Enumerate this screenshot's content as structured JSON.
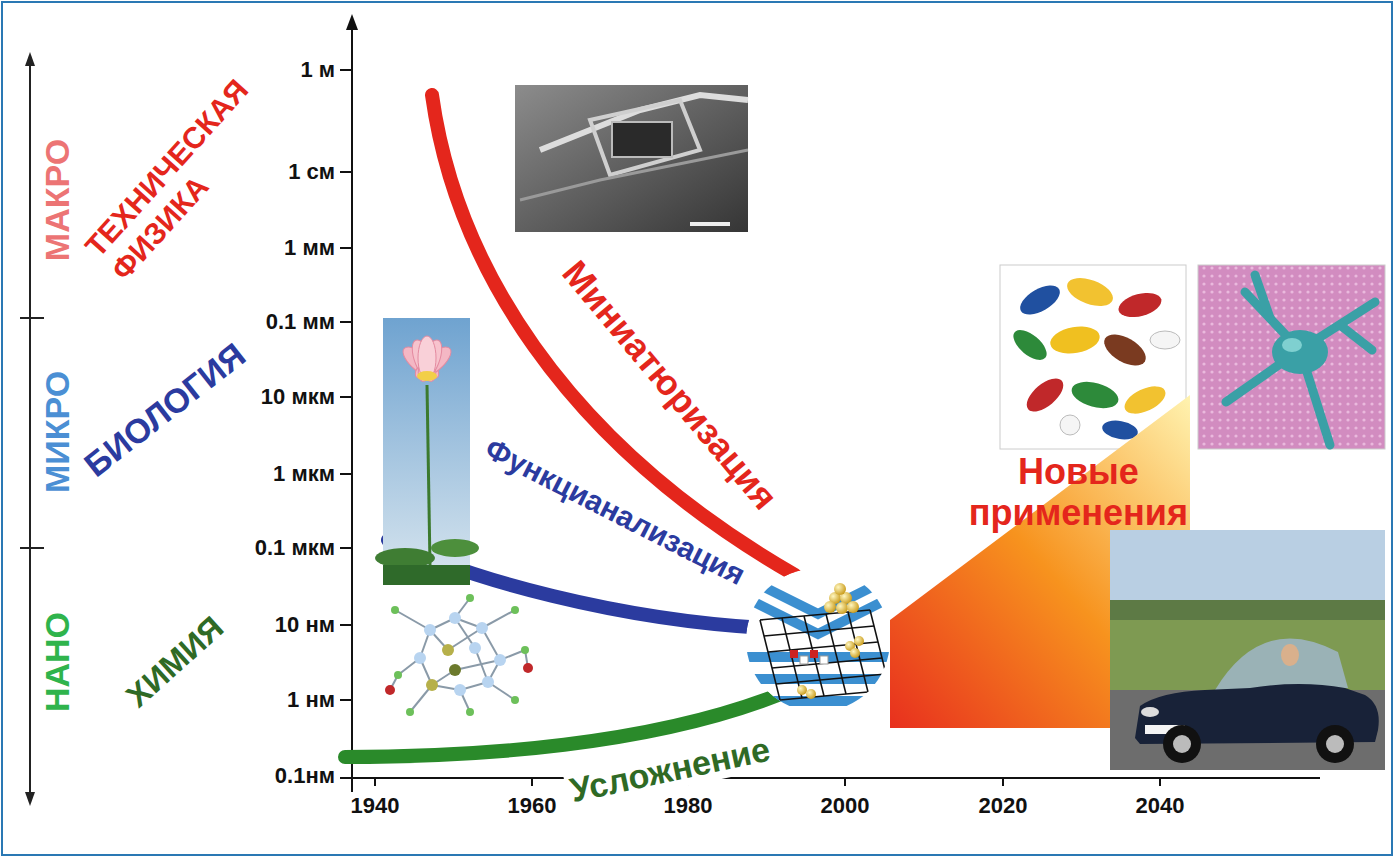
{
  "diagram": {
    "nodes": [
      {
        "text": [
          "Новые применения"
        ]
      }
    ],
    "labels": [
      "МАКРО",
      "МИКРО",
      "НАНО",
      "ТЕХНИЧЕСКАЯ ФИЗИКА",
      "БИОЛОГИЯ",
      "ХИМИЯ",
      "1 м",
      "1 см",
      "1 мм",
      "0.1 мм",
      "10 мкм",
      "1 мкм",
      "0.1 мкм",
      "10 нм",
      "1 нм",
      "0.1нм",
      "1940",
      "1960",
      "1980",
      "2000",
      "2020",
      "2040",
      "Миниатюризация",
      "Функцианализация",
      "Усложнение"
    ]
  }
}
